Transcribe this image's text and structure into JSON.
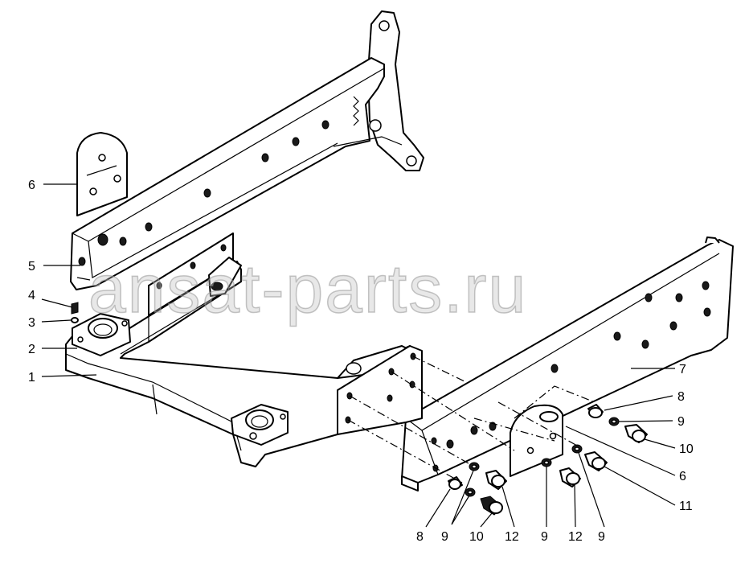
{
  "watermark": "ansat-parts.ru",
  "callouts": [
    {
      "id": "c6a",
      "label": "6"
    },
    {
      "id": "c5",
      "label": "5"
    },
    {
      "id": "c4",
      "label": "4"
    },
    {
      "id": "c3",
      "label": "3"
    },
    {
      "id": "c2",
      "label": "2"
    },
    {
      "id": "c1",
      "label": "1"
    },
    {
      "id": "c7",
      "label": "7"
    },
    {
      "id": "c8a",
      "label": "8"
    },
    {
      "id": "c9a",
      "label": "9"
    },
    {
      "id": "c10a",
      "label": "10"
    },
    {
      "id": "c6b",
      "label": "6"
    },
    {
      "id": "c11",
      "label": "11"
    },
    {
      "id": "c8b",
      "label": "8"
    },
    {
      "id": "c9b",
      "label": "9"
    },
    {
      "id": "c10b",
      "label": "10"
    },
    {
      "id": "c12a",
      "label": "12"
    },
    {
      "id": "c9c",
      "label": "9"
    },
    {
      "id": "c12b",
      "label": "12"
    },
    {
      "id": "c9d",
      "label": "9"
    }
  ]
}
